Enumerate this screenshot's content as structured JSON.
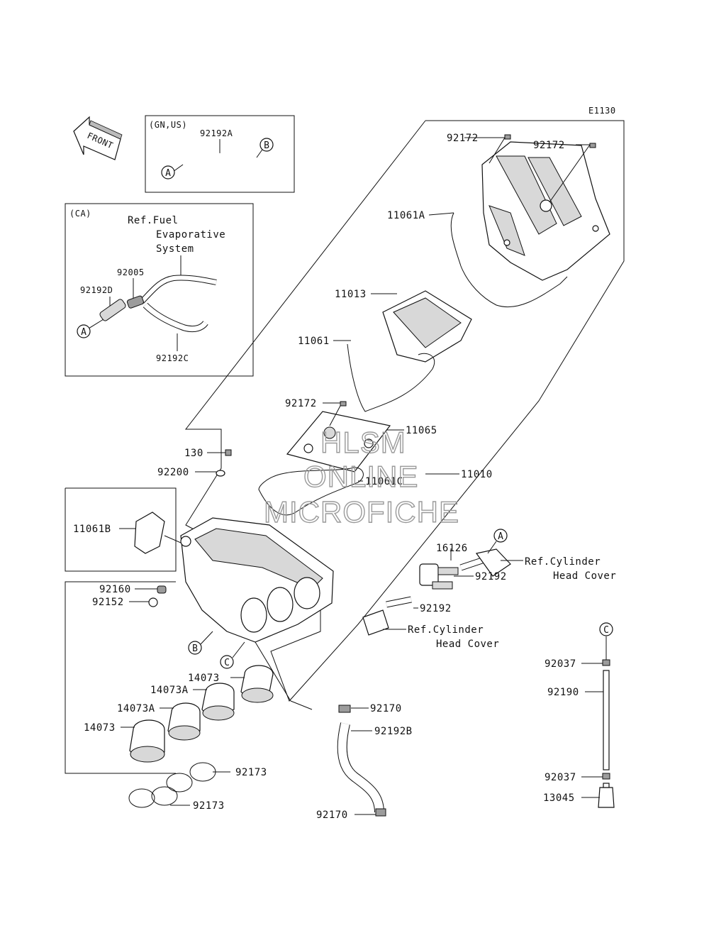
{
  "code": "E1130",
  "front": "FRONT",
  "boxes": {
    "gn_us": "(GN,US)",
    "ca": "(CA)"
  },
  "refs": {
    "fuel_1": "Ref.Fuel",
    "fuel_2": "Evaporative",
    "fuel_3": "System",
    "cyl_a_1": "Ref.Cylinder",
    "cyl_a_2": "Head Cover",
    "cyl_b_1": "Ref.Cylinder",
    "cyl_b_2": "Head Cover"
  },
  "markers": {
    "A": "A",
    "B": "B",
    "C": "C"
  },
  "parts": {
    "p92192A": "92192A",
    "p92005": "92005",
    "p92192D": "92192D",
    "p92192C": "92192C",
    "p92172_a": "92172",
    "p92172_b": "92172",
    "p92172_c": "92172",
    "p11061A": "11061A",
    "p11013": "11013",
    "p11061": "11061",
    "p11065": "11065",
    "p11061C": "11061C",
    "p11010": "11010",
    "p130": "130",
    "p92200": "92200",
    "p11061B": "11061B",
    "p16126": "16126",
    "p92192_a": "92192",
    "p92192_b": "92192",
    "p92160": "92160",
    "p92152": "92152",
    "p14073_a": "14073",
    "p14073A_a": "14073A",
    "p14073A_b": "14073A",
    "p14073_b": "14073",
    "p92170_a": "92170",
    "p92192B": "92192B",
    "p92173_a": "92173",
    "p92173_b": "92173",
    "p92170_b": "92170",
    "p92037_a": "92037",
    "p92190": "92190",
    "p92037_b": "92037",
    "p13045": "13045"
  },
  "watermark": {
    "line1": "HLSM",
    "line2": "ONLINE",
    "line3": "MICROFICHE"
  }
}
